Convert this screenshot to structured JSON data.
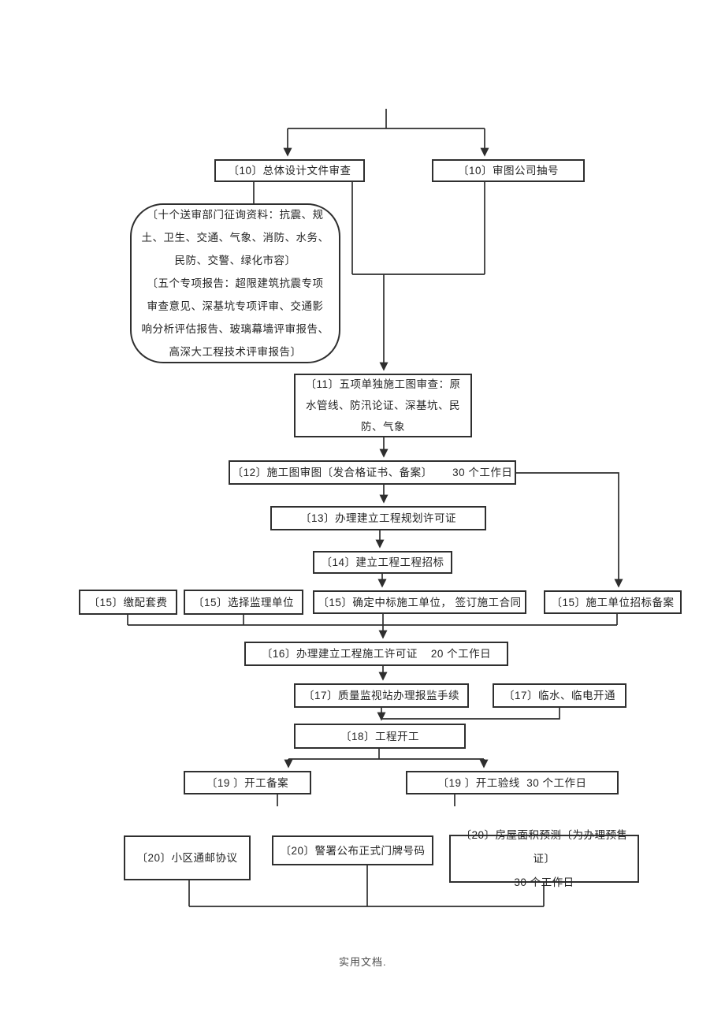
{
  "flowchart": {
    "nodes": {
      "n10a": {
        "label": "〔10〕总体设计文件审查"
      },
      "n10b": {
        "label": "〔10〕审图公司抽号"
      },
      "note": {
        "label": "〔十个送审部门征询资料：抗震、规\n土、卫生、交通、气象、消防、水务、\n民防、交警、绿化市容〕\n〔五个专项报告：超限建筑抗震专项\n审查意见、深基坑专项评审、交通影\n响分析评估报告、玻璃幕墙评审报告、\n高深大工程技术评审报告〕"
      },
      "n11": {
        "label": "〔11〕五项单独施工图审查：原\n水管线、防汛论证、深基坑、民\n防、气象"
      },
      "n12": {
        "label": "〔12〕施工图审图〔发合格证书、备案〕      30 个工作日"
      },
      "n13": {
        "label": "〔13〕办理建立工程规划许可证"
      },
      "n14": {
        "label": "〔14〕建立工程工程招标"
      },
      "n15a": {
        "label": "〔15〕缴配套费"
      },
      "n15b": {
        "label": "〔15〕选择监理单位"
      },
      "n15c": {
        "label": "〔15〕确定中标施工单位， 签订施工合同"
      },
      "n15d": {
        "label": "〔15〕施工单位招标备案"
      },
      "n16": {
        "label": "〔16〕办理建立工程施工许可证    20 个工作日"
      },
      "n17a": {
        "label": "〔17〕质量监视站办理报监手续"
      },
      "n17b": {
        "label": "〔17〕临水、临电开通"
      },
      "n18": {
        "label": "〔18〕工程开工"
      },
      "n19a": {
        "label": "〔19 〕开工备案"
      },
      "n19b": {
        "label": "〔19 〕开工验线  30 个工作日"
      },
      "n20a": {
        "label": "〔20〕小区通邮协议"
      },
      "n20b": {
        "label": "〔20〕警署公布正式门牌号码"
      },
      "n20c": {
        "label": "〔20〕房屋面积预测〔为办理预售证〕\n30 个工作日"
      }
    },
    "line_color": "#2e2e2e"
  },
  "document": {
    "footer": "实用文档."
  }
}
